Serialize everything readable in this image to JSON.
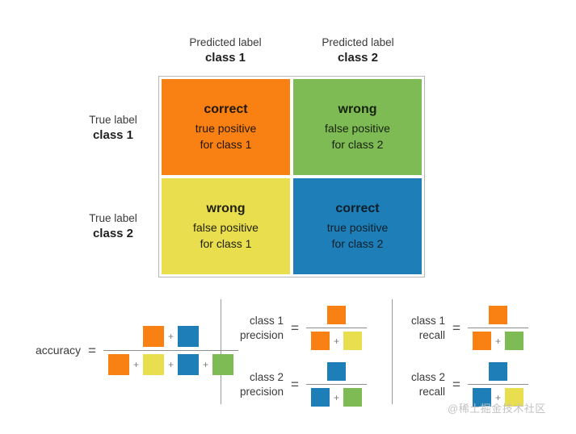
{
  "diagram": {
    "title": "Confusion matrix with accuracy, precision and recall formulas",
    "colors": {
      "orange": "#f98012",
      "green": "#7fbb55",
      "yellow": "#e8de4e",
      "blue": "#1e7fb8"
    }
  },
  "columns": [
    {
      "prefix": "Predicted label",
      "name": "class 1"
    },
    {
      "prefix": "Predicted label",
      "name": "class 2"
    }
  ],
  "rows": [
    {
      "prefix": "True label",
      "name": "class 1"
    },
    {
      "prefix": "True label",
      "name": "class 2"
    }
  ],
  "matrix": {
    "cells": [
      {
        "id": "true-positive-class-1",
        "verdict": "correct",
        "line1": "true positive",
        "line2": "for class 1",
        "color": "#f98012",
        "color_name": "orange"
      },
      {
        "id": "false-positive-class-2",
        "verdict": "wrong",
        "line1": "false positive",
        "line2": "for class 2",
        "color": "#7fbb55",
        "color_name": "green"
      },
      {
        "id": "false-positive-class-1",
        "verdict": "wrong",
        "line1": "false positive",
        "line2": "for class 1",
        "color": "#e8de4e",
        "color_name": "yellow"
      },
      {
        "id": "true-positive-class-2",
        "verdict": "correct",
        "line1": "true positive",
        "line2": "for class 2",
        "color": "#1e7fb8",
        "color_name": "blue"
      }
    ]
  },
  "formulas": {
    "accuracy": {
      "label_line1": "accuracy",
      "label_line2": "",
      "equals": "=",
      "numerator": [
        "orange",
        "blue"
      ],
      "denominator": [
        "orange",
        "yellow",
        "blue",
        "green"
      ],
      "plus": "+"
    },
    "precision_class_1": {
      "label_line1": "class 1",
      "label_line2": "precision",
      "equals": "=",
      "numerator": [
        "orange"
      ],
      "denominator": [
        "orange",
        "yellow"
      ],
      "plus": "+"
    },
    "precision_class_2": {
      "label_line1": "class 2",
      "label_line2": "precision",
      "equals": "=",
      "numerator": [
        "blue"
      ],
      "denominator": [
        "blue",
        "green"
      ],
      "plus": "+"
    },
    "recall_class_1": {
      "label_line1": "class 1",
      "label_line2": "recall",
      "equals": "=",
      "numerator": [
        "orange"
      ],
      "denominator": [
        "orange",
        "green"
      ],
      "plus": "+"
    },
    "recall_class_2": {
      "label_line1": "class 2",
      "label_line2": "recall",
      "equals": "=",
      "numerator": [
        "blue"
      ],
      "denominator": [
        "blue",
        "yellow"
      ],
      "plus": "+"
    }
  },
  "watermark": "@稀土掘金技术社区"
}
